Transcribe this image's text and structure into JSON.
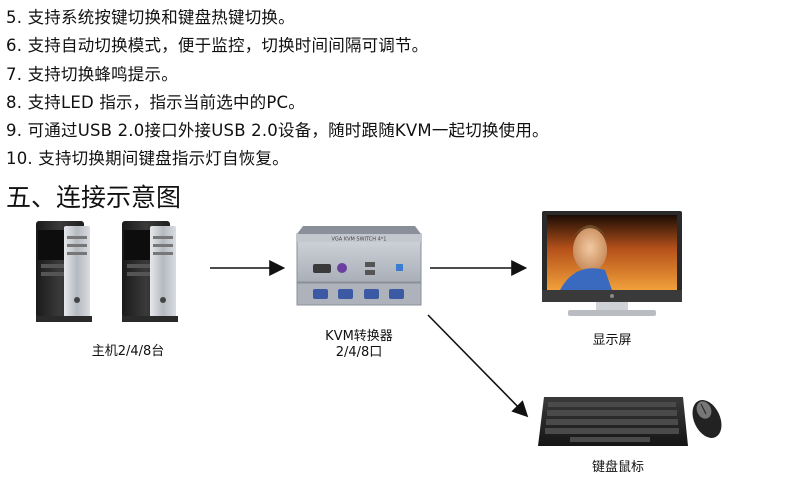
{
  "features": [
    "5. 支持系统按键切换和键盘热键切换。",
    "6. 支持自动切换模式，便于监控，切换时间间隔可调节。",
    "7. 支持切换蜂鸣提示。",
    "8. 支持LED 指示，指示当前选中的PC。",
    "9. 可通过USB 2.0接口外接USB 2.0设备，随时跟随KVM一起切换使用。",
    "10. 支持切换期间键盘指示灯自恢复。"
  ],
  "section_title": "五、连接示意图",
  "diagram": {
    "host_caption": "主机2/4/8台",
    "kvm_caption_line1": "KVM转换器",
    "kvm_caption_line2": "2/4/8口",
    "kvm_front_label": "VGA KVM SWITCH 4*1",
    "monitor_caption": "显示屏",
    "input_caption": "键盘鼠标"
  },
  "colors": {
    "text": "#111111",
    "arrow": "#111111",
    "tower_dark": "#2b2b2b",
    "tower_silver": "#c9cdd2",
    "kvm_body": "#b9bec6",
    "kvm_port_blue": "#3b5aa3",
    "monitor_frame": "#2a2a2a"
  }
}
